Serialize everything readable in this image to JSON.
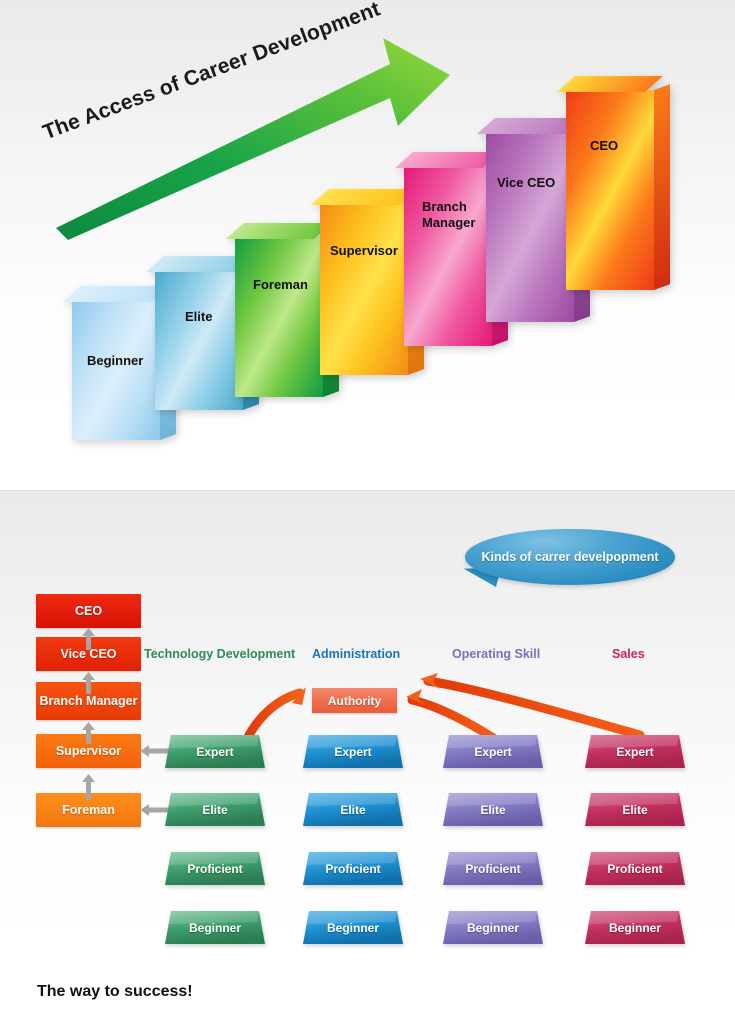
{
  "top_chart": {
    "title": "The Access of Career Development",
    "arrow_color_start": "#0a9a45",
    "arrow_color_end": "#8fd134",
    "bars": [
      {
        "label": "Beginner",
        "color_light": "#dceefb",
        "color_mid": "#bfe2f7",
        "color_dark": "#8cc9ec",
        "side": "#6fb2d8"
      },
      {
        "label": "Elite",
        "color_light": "#cfe9f6",
        "color_mid": "#8fd0e8",
        "color_dark": "#4aa8cc",
        "side": "#2f86ad"
      },
      {
        "label": "Foreman",
        "color_light": "#bfe88a",
        "color_mid": "#6fc73f",
        "color_dark": "#0f9b44",
        "side": "#0c8036"
      },
      {
        "label": "Supervisor",
        "color_light": "#ffe14a",
        "color_mid": "#fdc21e",
        "color_dark": "#f58a16",
        "side": "#e3730f"
      },
      {
        "label": "Branch Manager",
        "color_light": "#f7a9cf",
        "color_mid": "#ef5aa0",
        "color_dark": "#e41878",
        "side": "#c4126a"
      },
      {
        "label": "Vice CEO",
        "color_light": "#d6a8d6",
        "color_mid": "#bb78bf",
        "color_dark": "#9c4aa2",
        "side": "#833c89"
      },
      {
        "label": "CEO",
        "color_light": "#ffd93a",
        "color_mid": "#fb7a1a",
        "color_dark": "#ef3b18",
        "side": "#cf2d10"
      }
    ]
  },
  "bottom": {
    "bubble_text": "Kinds of carrer develpopment",
    "authority_label": "Authority",
    "footer_text": "The way to success!",
    "rank_ladder": [
      {
        "label": "CEO",
        "c1": "#ef2a10",
        "c2": "#d81206"
      },
      {
        "label": "Vice CEO",
        "c1": "#f23a10",
        "c2": "#e02106"
      },
      {
        "label": "Branch Manager",
        "c1": "#f75411",
        "c2": "#e83a08"
      },
      {
        "label": "Supervisor",
        "c1": "#fa7a12",
        "c2": "#f2610c"
      },
      {
        "label": "Foreman",
        "c1": "#fb8f1c",
        "c2": "#f4760f"
      }
    ],
    "columns": [
      {
        "header": "Technology Development",
        "header_color": "#2e8a5c",
        "c1": "#7ec6a0",
        "c2": "#3c9c6a",
        "c3": "#2d7d52"
      },
      {
        "header": "Administration",
        "header_color": "#1c74b8",
        "c1": "#5cb8e8",
        "c2": "#1f8fd0",
        "c3": "#1070aa"
      },
      {
        "header": "Operating Skill",
        "header_color": "#7a6fc0",
        "c1": "#a9a2d8",
        "c2": "#8179c2",
        "c3": "#6a5ea8"
      },
      {
        "header": "Sales",
        "header_color": "#c2275c",
        "c1": "#d4638f",
        "c2": "#c2305e",
        "c3": "#a9244c"
      }
    ],
    "levels": [
      "Expert",
      "Elite",
      "Proficient",
      "Beginner"
    ],
    "arrow_color": "#e8470f"
  }
}
